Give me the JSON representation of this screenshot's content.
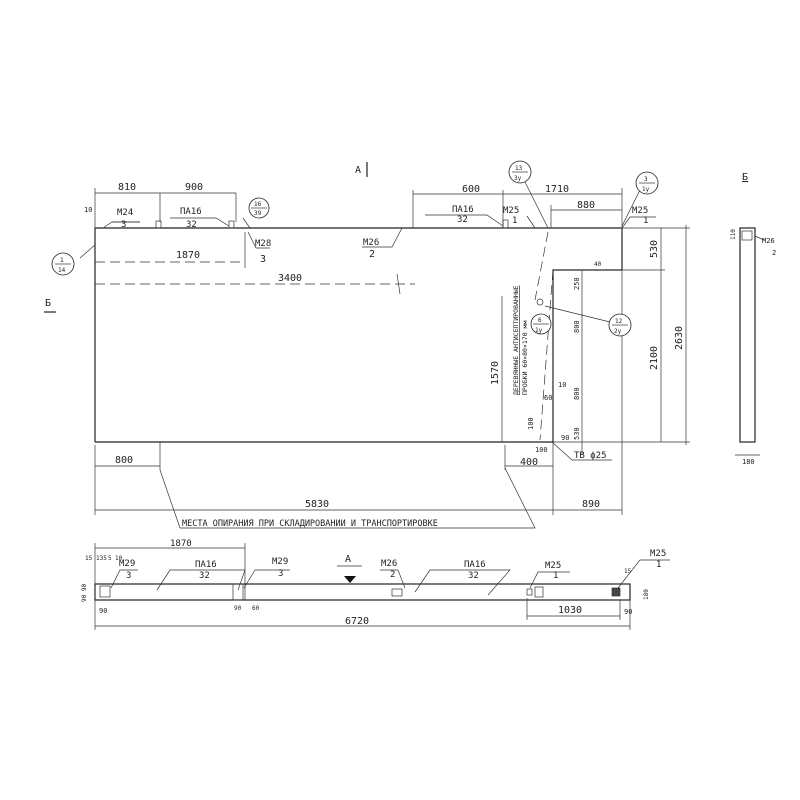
{
  "view_labels": {
    "a_top": "А",
    "b_top": "Б",
    "b_left": "Б",
    "a_bottom": "А"
  },
  "dims": {
    "d810": "810",
    "d900": "900",
    "d600": "600",
    "d1710": "1710",
    "d880": "880",
    "d1870": "1870",
    "d3400": "3400",
    "d530": "530",
    "d2100": "2100",
    "d2630": "2630",
    "d1570": "1570",
    "d250": "250",
    "d800a": "800",
    "d800b": "800",
    "d530b": "530",
    "d100": "100",
    "d60": "60",
    "d10": "10",
    "d90": "90",
    "d100b": "100",
    "d400": "400",
    "d800": "800",
    "d5830": "5830",
    "d890": "890",
    "d40": "40",
    "d10top": "10",
    "d110": "110",
    "d180": "180",
    "b1870": "1870",
    "b15": "15",
    "b135": "135",
    "b5": "5",
    "b10": "10",
    "b90a": "90",
    "b90b": "90",
    "b60": "60",
    "b6720": "6720",
    "b1030": "1030",
    "b90c": "90",
    "b180": "180",
    "b15r": "15",
    "b9090": "90 90"
  },
  "marks": {
    "m24": "М24",
    "m24n": "3",
    "pa16": "ПА16",
    "pa16n": "32",
    "m28": "М28",
    "m28n": "3",
    "m26": "М26",
    "m26n": "2",
    "pa16b": "ПА16",
    "pa16bn": "32",
    "m25a": "М25",
    "m25an": "1",
    "m25b": "М25",
    "m25bn": "1",
    "m26s": "М26",
    "m26sn": "2",
    "tb": "ТВ ϕ25",
    "bm29a": "М29",
    "bm29an": "3",
    "bpa1": "ПА16",
    "bpa1n": "32",
    "bm29b": "М29",
    "bm29bn": "3",
    "bm26": "М26",
    "bm26n": "2",
    "bpa2": "ПА16",
    "bpa2n": "32",
    "bm25a": "М25",
    "bm25an": "1",
    "bm25b": "М25",
    "bm25bn": "1"
  },
  "bubbles": [
    {
      "top": "1",
      "bottom": "14"
    },
    {
      "top": "16",
      "bottom": "39"
    },
    {
      "top": "13",
      "bottom": "3у"
    },
    {
      "top": "3",
      "bottom": "1у"
    },
    {
      "top": "6",
      "bottom": "1у"
    },
    {
      "top": "12",
      "bottom": "2у"
    }
  ],
  "notes": {
    "wood_1": "ДЕРЕВЯННЫЕ АНТИСЕПТИРОВАННЫЕ",
    "wood_2": "ПРОБКИ 60×80×170 мм",
    "support": "МЕСТА ОПИРАНИЯ ПРИ СКЛАДИРОВАНИИ И ТРАНСПОРТИРОВКЕ"
  }
}
